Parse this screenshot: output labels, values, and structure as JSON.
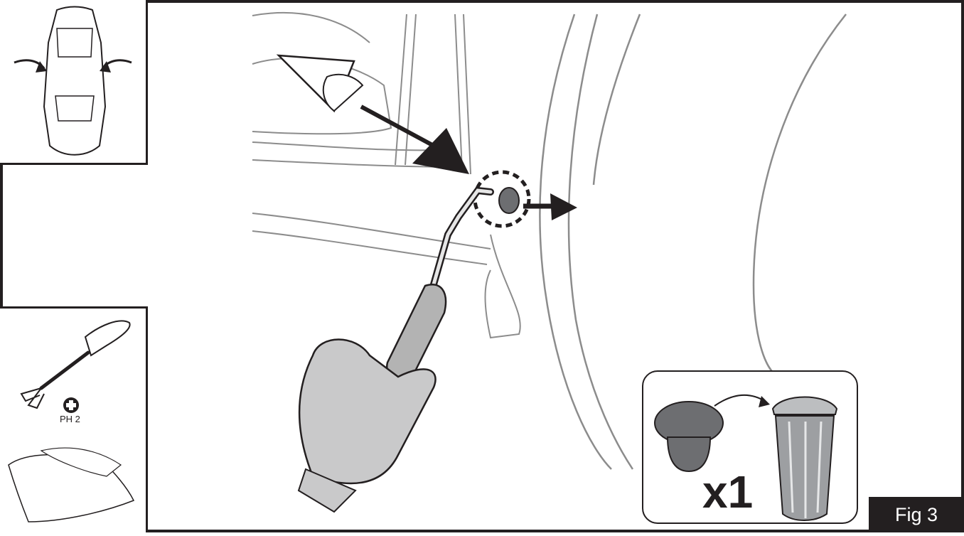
{
  "tools": {
    "bit_label": "PH 2"
  },
  "disposal": {
    "quantity_label": "x1"
  },
  "figure": {
    "label": "Fig 3"
  },
  "colors": {
    "ink": "#231f20",
    "glove": "#c9c9ca",
    "part": "#6d6e71",
    "line_gray": "#9a9a9a"
  }
}
